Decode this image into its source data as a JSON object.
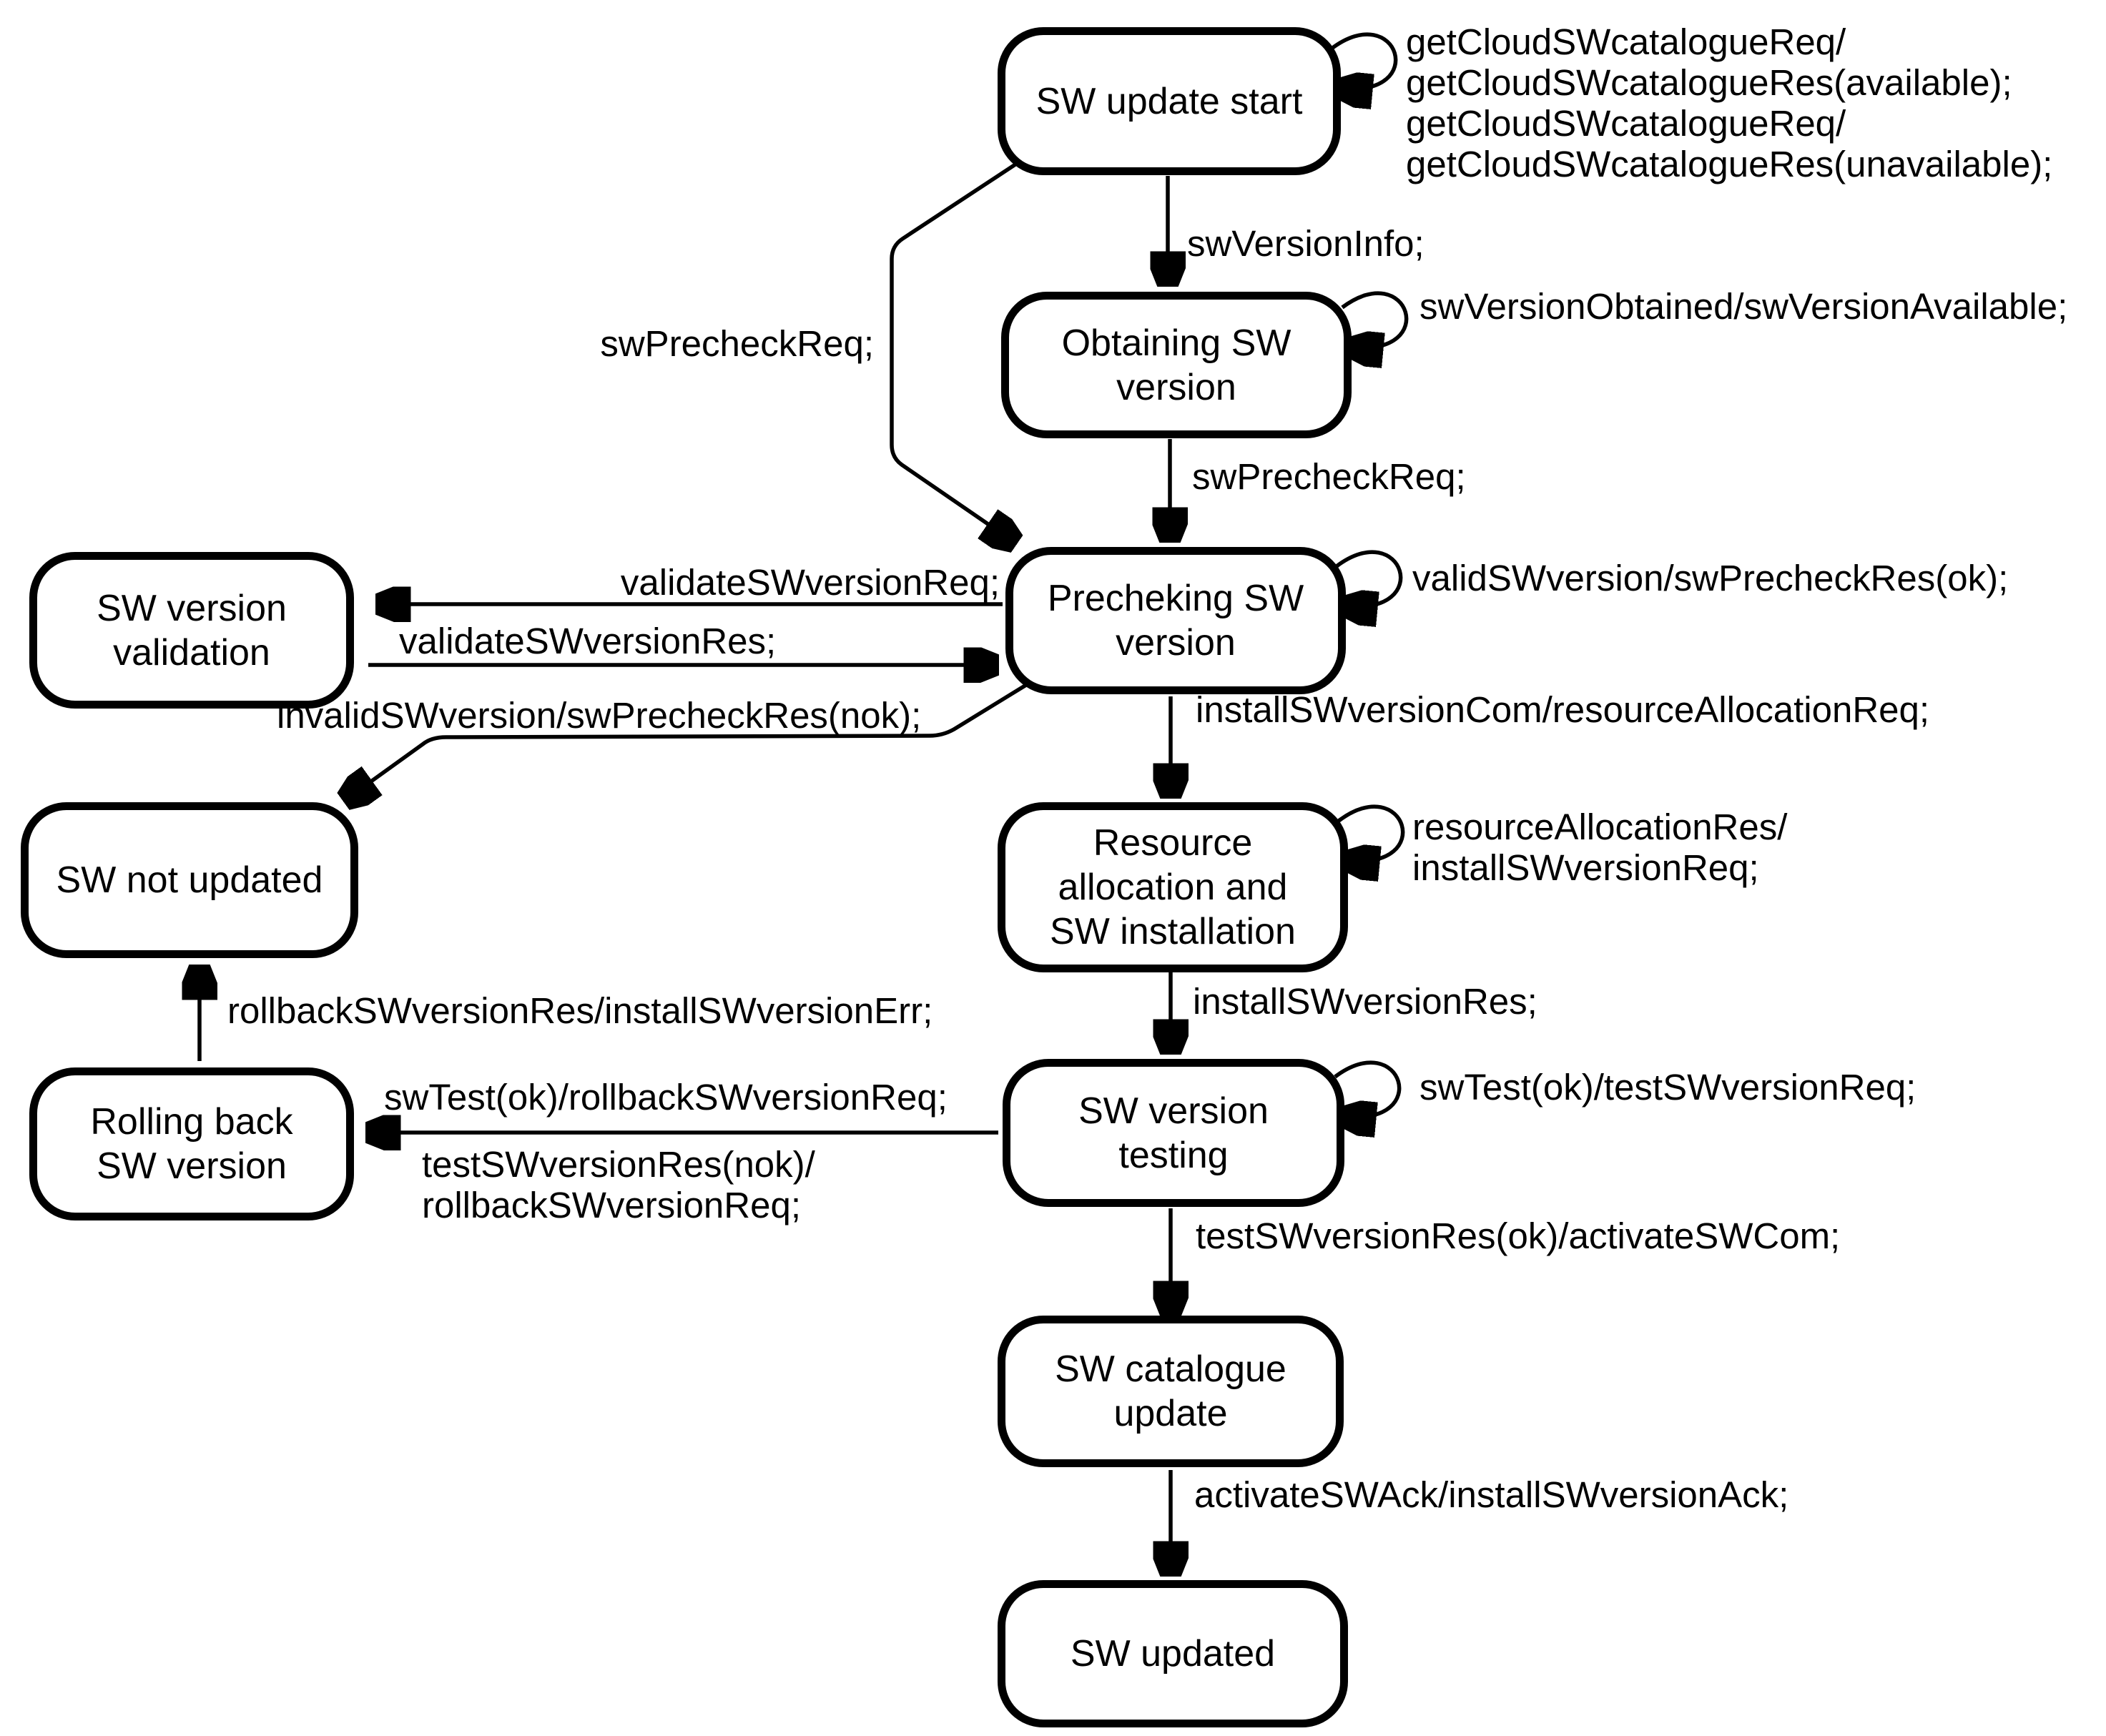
{
  "diagram": {
    "type": "state-machine",
    "background_color": "#ffffff",
    "stroke_color": "#000000",
    "nodes": [
      {
        "id": "sw-update-start",
        "label": "SW update start"
      },
      {
        "id": "obtaining-sw-version",
        "label": "Obtaining SW\nversion"
      },
      {
        "id": "precheking-sw-version",
        "label": "Precheking SW\nversion"
      },
      {
        "id": "sw-version-validation",
        "label": "SW version\nvalidation"
      },
      {
        "id": "sw-not-updated",
        "label": "SW not updated"
      },
      {
        "id": "resource-allocation-and-sw-installation",
        "label": "Resource\nallocation and\nSW installation"
      },
      {
        "id": "rolling-back-sw-version",
        "label": "Rolling back\nSW version"
      },
      {
        "id": "sw-version-testing",
        "label": "SW version\ntesting"
      },
      {
        "id": "sw-catalogue-update",
        "label": "SW catalogue\nupdate"
      },
      {
        "id": "sw-updated",
        "label": "SW updated"
      }
    ],
    "edges": [
      {
        "from": "sw-update-start",
        "to": "sw-update-start",
        "label": "getCloudSWcatalogueReq/\ngetCloudSWcatalogueRes(available);\ngetCloudSWcatalogueReq/\ngetCloudSWcatalogueRes(unavailable);"
      },
      {
        "from": "sw-update-start",
        "to": "obtaining-sw-version",
        "label": "swVersionInfo;"
      },
      {
        "from": "obtaining-sw-version",
        "to": "obtaining-sw-version",
        "label": "swVersionObtained/swVersionAvailable;"
      },
      {
        "from": "obtaining-sw-version",
        "to": "precheking-sw-version",
        "label": "swPrecheckReq;"
      },
      {
        "from": "sw-update-start",
        "to": "precheking-sw-version",
        "label": "swPrecheckReq;"
      },
      {
        "from": "precheking-sw-version",
        "to": "precheking-sw-version",
        "label": "validSWversion/swPrecheckRes(ok);"
      },
      {
        "from": "precheking-sw-version",
        "to": "sw-version-validation",
        "label": "validateSWversionReq;"
      },
      {
        "from": "sw-version-validation",
        "to": "precheking-sw-version",
        "label": "validateSWversionRes;"
      },
      {
        "from": "precheking-sw-version",
        "to": "sw-not-updated",
        "label": "invalidSWversion/swPrecheckRes(nok);"
      },
      {
        "from": "precheking-sw-version",
        "to": "resource-allocation-and-sw-installation",
        "label": "installSWversionCom/resourceAllocationReq;"
      },
      {
        "from": "resource-allocation-and-sw-installation",
        "to": "resource-allocation-and-sw-installation",
        "label": "resourceAllocationRes/\ninstallSWversionReq;"
      },
      {
        "from": "resource-allocation-and-sw-installation",
        "to": "sw-version-testing",
        "label": "installSWversionRes;"
      },
      {
        "from": "sw-version-testing",
        "to": "sw-version-testing",
        "label": "swTest(ok)/testSWversionReq;"
      },
      {
        "from": "sw-version-testing",
        "to": "rolling-back-sw-version",
        "label": "swTest(ok)/rollbackSWversionReq;",
        "label2": "testSWversionRes(nok)/\nrollbackSWversionReq;"
      },
      {
        "from": "rolling-back-sw-version",
        "to": "sw-not-updated",
        "label": "rollbackSWversionRes/installSWversionErr;"
      },
      {
        "from": "sw-version-testing",
        "to": "sw-catalogue-update",
        "label": "testSWversionRes(ok)/activateSWCom;"
      },
      {
        "from": "sw-catalogue-update",
        "to": "sw-updated",
        "label": "activateSWAck/installSWversionAck;"
      }
    ]
  }
}
